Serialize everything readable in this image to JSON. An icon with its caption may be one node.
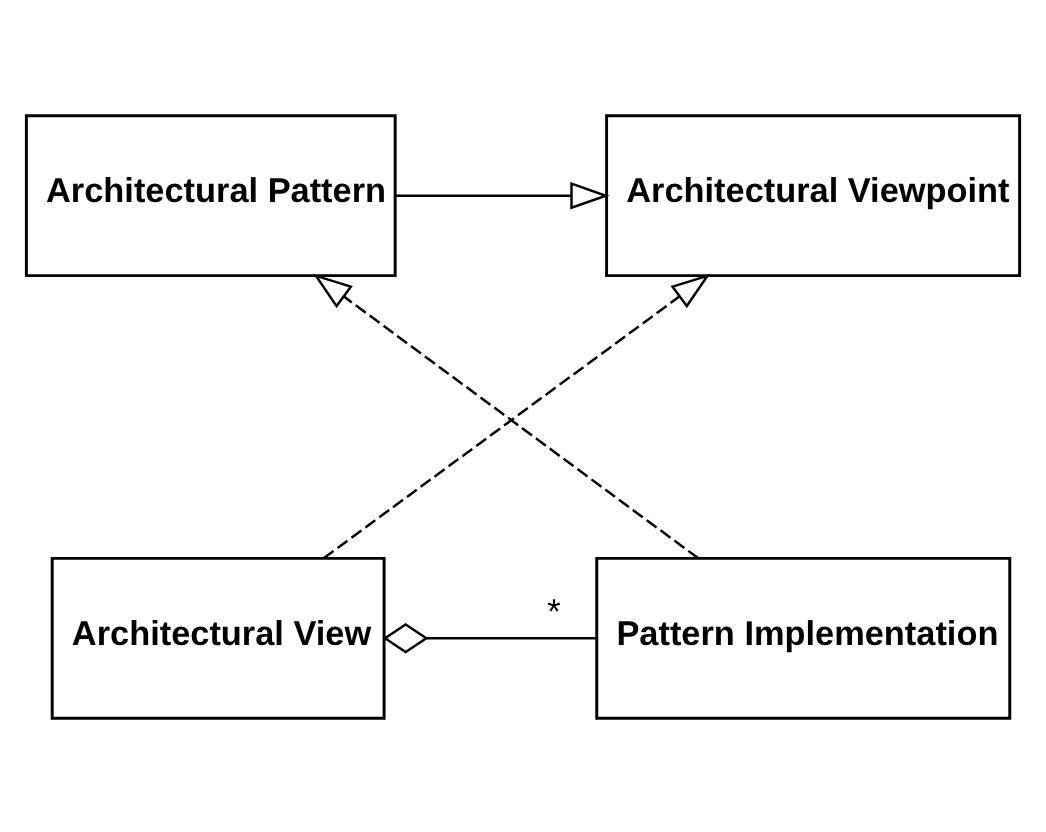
{
  "diagram": {
    "nodes": [
      {
        "text": [
          "Architectural Viewpoint"
        ]
      },
      {
        "text": [
          "Architectural Pattern"
        ]
      },
      {
        "text": [
          "Architectural View"
        ]
      },
      {
        "text": [
          "Pattern Implementation"
        ]
      }
    ],
    "edges": [
      {
        "from": 1,
        "to": 0,
        "arrow": "to"
      },
      {
        "from": 2,
        "to": 0,
        "arrow": "to",
        "style": "dashed"
      },
      {
        "from": 3,
        "to": 1,
        "arrow": "to",
        "style": "dashed"
      },
      {
        "from": 2,
        "to": 3,
        "arrow": "other",
        "label": "*"
      }
    ]
  }
}
